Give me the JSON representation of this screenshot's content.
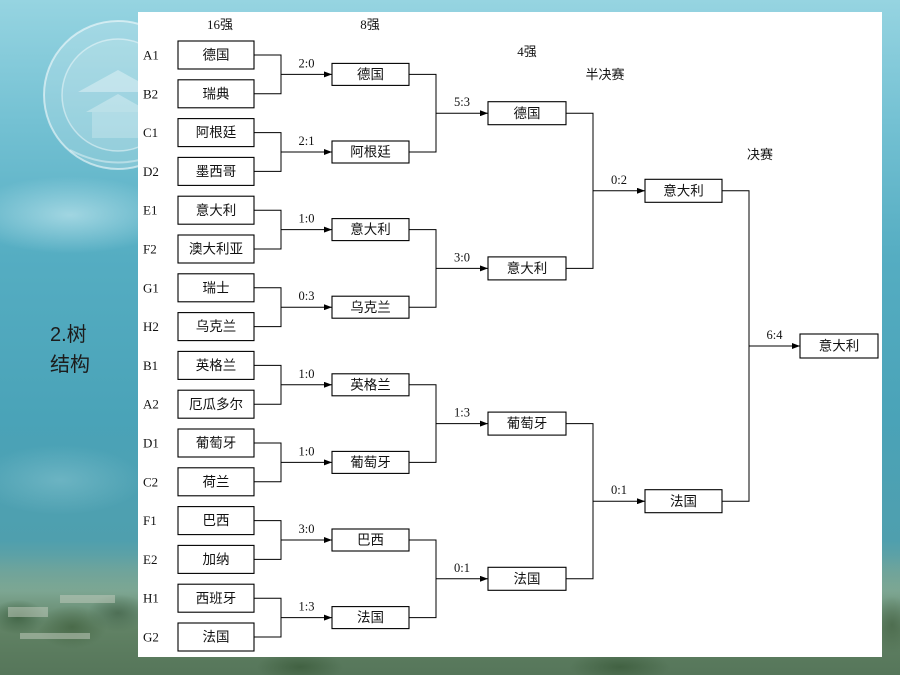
{
  "slide": {
    "title_line1": "2.树",
    "title_line2": "结构"
  },
  "round_labels": {
    "round_of_16": "16强",
    "round_of_8": "8强",
    "round_of_4": "4强",
    "semifinal": "半决赛",
    "final": "决赛"
  },
  "round_of_16": [
    {
      "seed": "A1",
      "team": "德国"
    },
    {
      "seed": "B2",
      "team": "瑞典"
    },
    {
      "seed": "C1",
      "team": "阿根廷"
    },
    {
      "seed": "D2",
      "team": "墨西哥"
    },
    {
      "seed": "E1",
      "team": "意大利"
    },
    {
      "seed": "F2",
      "team": "澳大利亚"
    },
    {
      "seed": "G1",
      "team": "瑞士"
    },
    {
      "seed": "H2",
      "team": "乌克兰"
    },
    {
      "seed": "B1",
      "team": "英格兰"
    },
    {
      "seed": "A2",
      "team": "厄瓜多尔"
    },
    {
      "seed": "D1",
      "team": "葡萄牙"
    },
    {
      "seed": "C2",
      "team": "荷兰"
    },
    {
      "seed": "F1",
      "team": "巴西"
    },
    {
      "seed": "E2",
      "team": "加纳"
    },
    {
      "seed": "H1",
      "team": "西班牙"
    },
    {
      "seed": "G2",
      "team": "法国"
    }
  ],
  "round_of_8": [
    {
      "team": "德国",
      "score": "2:0"
    },
    {
      "team": "阿根廷",
      "score": "2:1"
    },
    {
      "team": "意大利",
      "score": "1:0"
    },
    {
      "team": "乌克兰",
      "score": "0:3"
    },
    {
      "team": "英格兰",
      "score": "1:0"
    },
    {
      "team": "葡萄牙",
      "score": "1:0"
    },
    {
      "team": "巴西",
      "score": "3:0"
    },
    {
      "team": "法国",
      "score": "1:3"
    }
  ],
  "round_of_4": [
    {
      "team": "德国",
      "score": "5:3"
    },
    {
      "team": "意大利",
      "score": "3:0"
    },
    {
      "team": "葡萄牙",
      "score": "1:3"
    },
    {
      "team": "法国",
      "score": "0:1"
    }
  ],
  "semifinal": [
    {
      "team": "意大利",
      "score": "0:2"
    },
    {
      "team": "法国",
      "score": "0:1"
    }
  ],
  "final": [
    {
      "team": "意大利",
      "score": "6:4"
    }
  ],
  "colors": {
    "background_teal": "#4aa3b8",
    "panel": "#ffffff",
    "lines": "#000000"
  }
}
